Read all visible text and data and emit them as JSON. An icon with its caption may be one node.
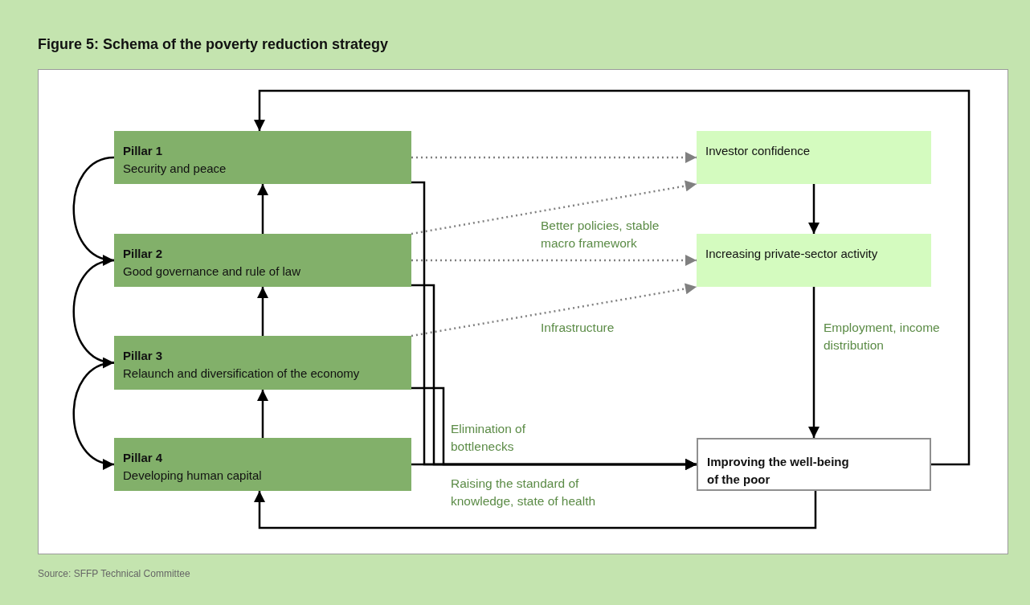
{
  "diagram": {
    "title": "Figure 5: Schema of the poverty reduction strategy",
    "caption": "Source: SFFP Technical Committee",
    "nodes": [
      {
        "text": [
          "Pillar 1",
          "Security and peace"
        ]
      },
      {
        "text": [
          "Pillar 2",
          "Good governance and rule of law"
        ]
      },
      {
        "text": [
          "Pillar 3",
          "Relaunch and diversification of the economy"
        ]
      },
      {
        "text": [
          "Pillar 4",
          "Developing human capital"
        ]
      },
      {
        "text": [
          "Investor confidence"
        ]
      },
      {
        "text": [
          "Increasing private-sector activity"
        ]
      },
      {
        "text": [
          "Improving the well-being of the poor"
        ]
      }
    ],
    "edges": [
      {
        "from": 0,
        "to": 1,
        "arrow": "to"
      },
      {
        "from": 1,
        "to": 2,
        "arrow": "to"
      },
      {
        "from": 2,
        "to": 3,
        "arrow": "to"
      },
      {
        "from": 3,
        "to": 2,
        "arrow": "to"
      },
      {
        "from": 2,
        "to": 1,
        "arrow": "to"
      },
      {
        "from": 1,
        "to": 0,
        "arrow": "to"
      },
      {
        "from": 0,
        "to": 4,
        "arrow": "to",
        "style": "dashed",
        "color": "#808080"
      },
      {
        "from": 1,
        "to": 4,
        "arrow": "to",
        "style": "dashed",
        "color": "#808080",
        "label": "Better policies, stable macro framework"
      },
      {
        "from": 1,
        "to": 5,
        "arrow": "to",
        "style": "dashed",
        "color": "#808080"
      },
      {
        "from": 2,
        "to": 5,
        "arrow": "to",
        "style": "dashed",
        "color": "#808080",
        "label": "Infrastructure"
      },
      {
        "from": 4,
        "to": 5,
        "arrow": "to"
      },
      {
        "from": 5,
        "to": 6,
        "arrow": "to",
        "label": "Employment, income distribution"
      },
      {
        "from": 0,
        "to": 6,
        "arrow": "to"
      },
      {
        "from": 1,
        "to": 6,
        "arrow": "to"
      },
      {
        "from": 2,
        "to": 6,
        "arrow": "to",
        "label": "Elimination of bottlenecks"
      },
      {
        "from": 3,
        "to": 6,
        "arrow": "to",
        "label": "Raising the standard of knowledge, state of health"
      },
      {
        "from": 6,
        "to": 0,
        "arrow": "to"
      },
      {
        "from": 6,
        "to": 3,
        "arrow": "to"
      }
    ]
  }
}
